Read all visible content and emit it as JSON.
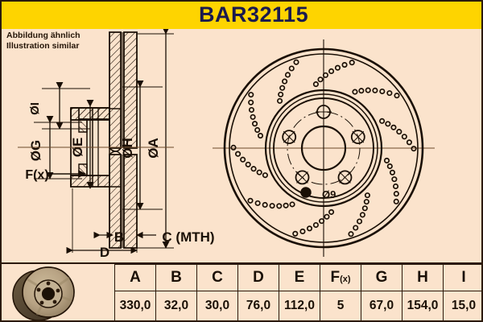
{
  "header": {
    "part_number": "BAR32115",
    "bar_color": "#fed400",
    "title_color": "#1a1a4e"
  },
  "note": {
    "line_de": "Abbildung ähnlich",
    "line_en": "Illustration similar"
  },
  "page": {
    "background": "#fbe3cc",
    "ink": "#1a0f05"
  },
  "drawing": {
    "section_view": {
      "name": "brake-disc-cross-section",
      "dimension_labels": [
        {
          "id": "I",
          "text": "ØI"
        },
        {
          "id": "G",
          "text": "ØG"
        },
        {
          "id": "E",
          "text": "ØE"
        },
        {
          "id": "H",
          "text": "ØH"
        },
        {
          "id": "A",
          "text": "ØA"
        },
        {
          "id": "Fx",
          "text": "F(x)"
        },
        {
          "id": "B",
          "text": "B"
        },
        {
          "id": "C",
          "text": "C (MTH)"
        },
        {
          "id": "D",
          "text": "D"
        }
      ]
    },
    "face_view": {
      "name": "brake-disc-face-view",
      "hole_label": "Ø9",
      "bolt_hole_count": 5,
      "drilled": true
    }
  },
  "table": {
    "columns": [
      "A",
      "B",
      "C",
      "D",
      "E",
      "F(x)",
      "G",
      "H",
      "I"
    ],
    "values": [
      "330,0",
      "32,0",
      "30,0",
      "76,0",
      "112,0",
      "5",
      "67,0",
      "154,0",
      "15,0"
    ],
    "fx_label_main": "F",
    "fx_label_sub": "(x)"
  },
  "thumbnail": {
    "name": "brake-disc-product-photo",
    "alt": "brake disc photo"
  }
}
